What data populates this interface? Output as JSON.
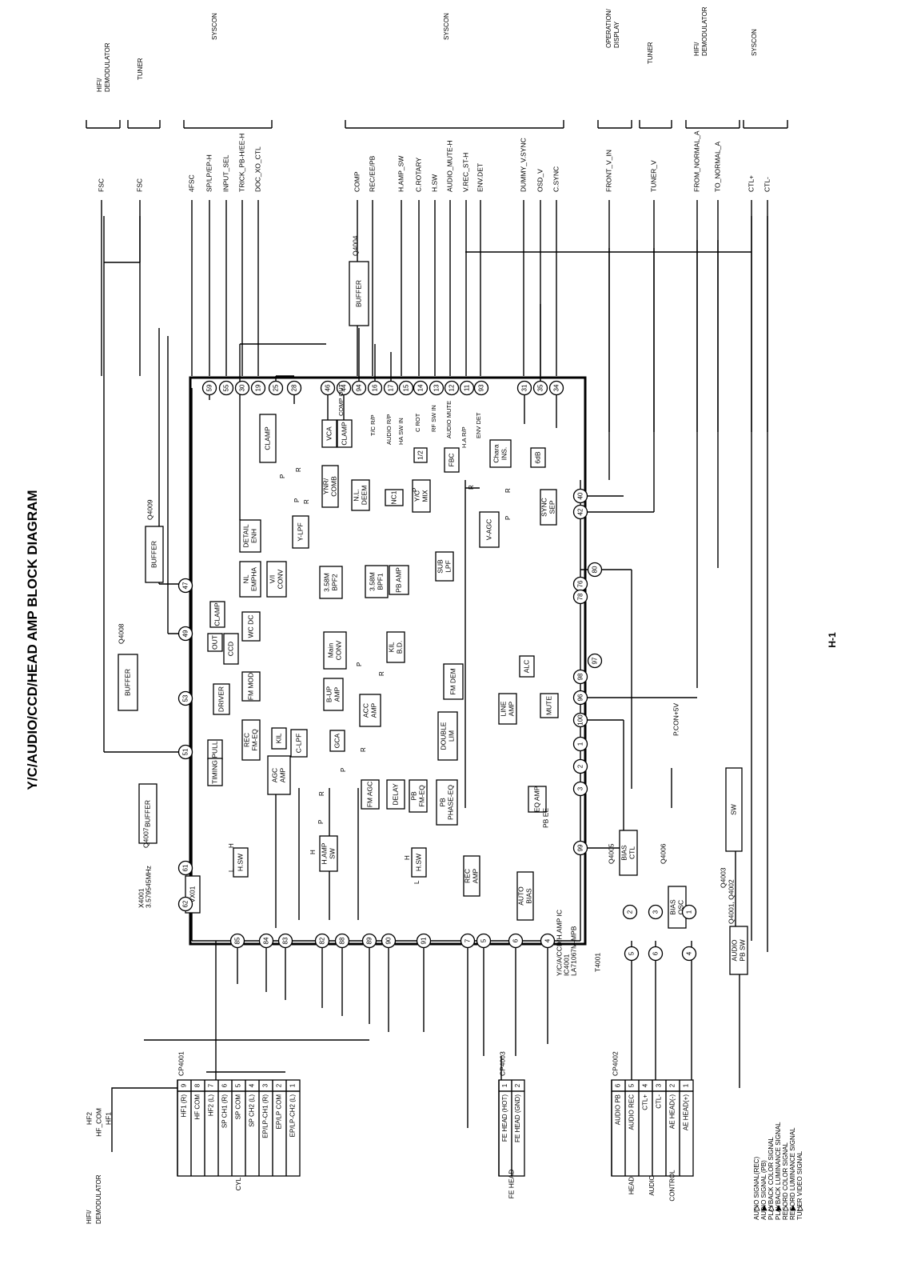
{
  "title": "Y/C/AUDIO/CCD/HEAD AMP BLOCK DIAGRAM",
  "page_number": "H-1",
  "top_groups": [
    {
      "label": "HIFI/ DEMODULATOR"
    },
    {
      "label": "TUNER"
    },
    {
      "label": "SYSCON"
    },
    {
      "label": "SYSCON"
    },
    {
      "label": "OPERATION/ DISPLAY"
    },
    {
      "label": "TUNER"
    },
    {
      "label": "HIFI/ DEMODULATOR"
    },
    {
      "label": "SYSCON"
    }
  ],
  "top_signals": [
    "FSC",
    "FSC",
    "4FSC",
    "SP/LP/EP-H",
    "INPUT_SEL",
    "TRICK_PB-H/EE-H",
    "DOC_XO_CTL",
    "COMP",
    "REC/EE/PB",
    "H.AMP_SW",
    "C.ROTARY",
    "H.SW",
    "AUDIO_MUTE-H",
    "V.REC_ST-H",
    "ENV.DET",
    "DUMMY_V.SYNC",
    "OSD_V",
    "C.SYNC",
    "FRONT_V_IN",
    "TUNER_V",
    "FROM_NORMAL_A",
    "TO_NORMAL_A",
    "CTL+",
    "CTL-"
  ],
  "ic_pins_top": [
    "59",
    "55",
    "30",
    "19",
    "25",
    "28",
    "46",
    "44",
    "94",
    "16",
    "17",
    "15",
    "14",
    "13",
    "12",
    "11",
    "93",
    "31",
    "35",
    "34"
  ],
  "ic_pin_labels_top": [
    "COMP OUT",
    "T/C R/P",
    "AUDIO R/P",
    "HA SW IN",
    "C ROT",
    "RF SW IN",
    "AUDIO MUTE",
    "H.A R/P",
    "ENV DET"
  ],
  "ic_pins_left": [
    "47",
    "49",
    "53",
    "51",
    "61",
    "62"
  ],
  "ic_pins_bottom": [
    "85",
    "84",
    "83",
    "82",
    "88",
    "89",
    "90",
    "91",
    "7",
    "5",
    "6",
    "4"
  ],
  "ic_pins_right": [
    "40",
    "42",
    "80",
    "76",
    "78",
    "97",
    "98",
    "96",
    "100",
    "1",
    "2",
    "3",
    "99"
  ],
  "blocks": {
    "clamp1": "CLAMP",
    "vca": "VCA",
    "clamp2": "CLAMP",
    "ynr_comb": "YNR/ COMB",
    "nl_deem": "N.L. DEEM",
    "nc1": "NC1",
    "yc_mix": "Y/C MIX",
    "half": "1/2",
    "fbc": "FBC",
    "chara_ins": "Chara INS.",
    "six_db": "6dB",
    "sync_sep": "SYNC SEP",
    "detail_enh": "DETAIL ENH",
    "y_lpf": "Y-LPF",
    "nl_empha": "NL EMPHA",
    "vi_conv": "V/I CONV",
    "v_agc": "V-AGC",
    "clamp3": "CLAMP",
    "wc_dc": "WC DC",
    "out": "OUT",
    "ccd": "CCD",
    "fm_mod": "FM MOD",
    "driver": "DRIVER",
    "rec_fm_eq": "REC FM-EQ",
    "pull": "PULL",
    "timing": "TIMING",
    "bpf2": "3.58M BPF2",
    "bpf1": "3.58M BPF1",
    "pb_amp": "PB AMP",
    "sub_lpf": "SUB LPF",
    "main_conv": "Main CONV",
    "kil_bd": "KIL B.D.",
    "b_up_amp": "B-UP AMP",
    "acc_amp": "ACC AMP",
    "fm_dem": "FM DEM",
    "gca": "GCA",
    "kil": "KIL",
    "c_lpf": "C-LPF",
    "agc_amp": "AGC AMP",
    "double_lim": "DOUBLE LIM",
    "fm_agc": "FM AGC",
    "delay": "DELAY",
    "pb_fm_eq": "PB FM-EQ",
    "pb_phase_eq": "PB PHASE-EQ",
    "alc": "ALC",
    "line_amp": "LINE AMP",
    "mute": "MUTE",
    "eq_amp": "EQ AMP",
    "hsw1": "H.SW",
    "hamp_sw": "H.AMP SW",
    "hsw2": "H.SW",
    "vx01": "VX01",
    "rec_amp": "REC AMP",
    "auto_bias": "AUTO BIAS",
    "bias_ctl": "BIAS CTL",
    "bias_osc": "BIAS OSC",
    "sw": "SW",
    "buffer_q4004": "BUFFER",
    "buffer_q4009": "BUFFER",
    "buffer_q4008": "BUFFER",
    "buffer_q4007": "BUFFER",
    "audio_pb_sw": "AUDIO PB SW"
  },
  "refs": {
    "q4004": "Q4004",
    "q4009": "Q4009",
    "q4008": "Q4008",
    "q4007": "Q4007",
    "q4005": "Q4005",
    "q4006": "Q4006",
    "q4003": "Q4003",
    "q4001_2": "Q4001, Q4002",
    "x4001": "X4001",
    "x4001_freq": "3.579545MHz",
    "ic_line1": "Y/C/A/CCD/H.AMP IC",
    "ic_line2": "IC4001",
    "ic_line3": "LA71067M-MPB",
    "t4001": "T4001",
    "pb_ee": "PB EE",
    "pcon": "P.CON+5V"
  },
  "switch_letters": {
    "p": "P",
    "r": "R",
    "h": "H",
    "l": "L"
  },
  "transformer_pins": [
    "2",
    "3",
    "1",
    "5",
    "6",
    "4"
  ],
  "head_signals": [
    "HF2",
    "HF_COM",
    "HF1"
  ],
  "left_group": "HIFI/ DEMODULATOR",
  "cp4001": {
    "ref": "CP4001",
    "name": "CYL",
    "rows": [
      {
        "pin": "9",
        "label": "HF1 (R)"
      },
      {
        "pin": "8",
        "label": "HF COM"
      },
      {
        "pin": "7",
        "label": "HF2 (L)"
      },
      {
        "pin": "6",
        "label": "SP CH1 (R)"
      },
      {
        "pin": "5",
        "label": "SP COM"
      },
      {
        "pin": "4",
        "label": "SP CH2 (L)"
      },
      {
        "pin": "3",
        "label": "EP/LP-CH1 (R)"
      },
      {
        "pin": "2",
        "label": "EP/LP COM"
      },
      {
        "pin": "1",
        "label": "EP/LP-CH2 (L)"
      }
    ]
  },
  "cp4003": {
    "ref": "CP4003",
    "name": "FE HEAD",
    "rows": [
      {
        "pin": "1",
        "label": "FE HEAD (HOT)"
      },
      {
        "pin": "2",
        "label": "FE HEAD (GND)"
      }
    ]
  },
  "cp4002": {
    "ref": "CP4002",
    "name_lines": [
      "HEAD",
      "AUDIO",
      "CONTROL"
    ],
    "rows": [
      {
        "pin": "6",
        "label": "AUDIO PB"
      },
      {
        "pin": "5",
        "label": "AUDIO REC"
      },
      {
        "pin": "4",
        "label": "CTL+"
      },
      {
        "pin": "3",
        "label": "CTL-"
      },
      {
        "pin": "2",
        "label": "AE HEAD(-)"
      },
      {
        "pin": "1",
        "label": "AE HEAD(+)"
      }
    ]
  },
  "legend": [
    "AUDIO SIGNAL(REC)",
    "AUDIO SIGNAL (PB)",
    "PLAYBACK COLOR SIGNAL",
    "PLAYBACK LUMINANCE SIGNAL",
    "RECORD COLOR SIGNAL",
    "RECORD LUMINANCE SIGNAL",
    "TUNER VIDEO SIGNAL"
  ]
}
